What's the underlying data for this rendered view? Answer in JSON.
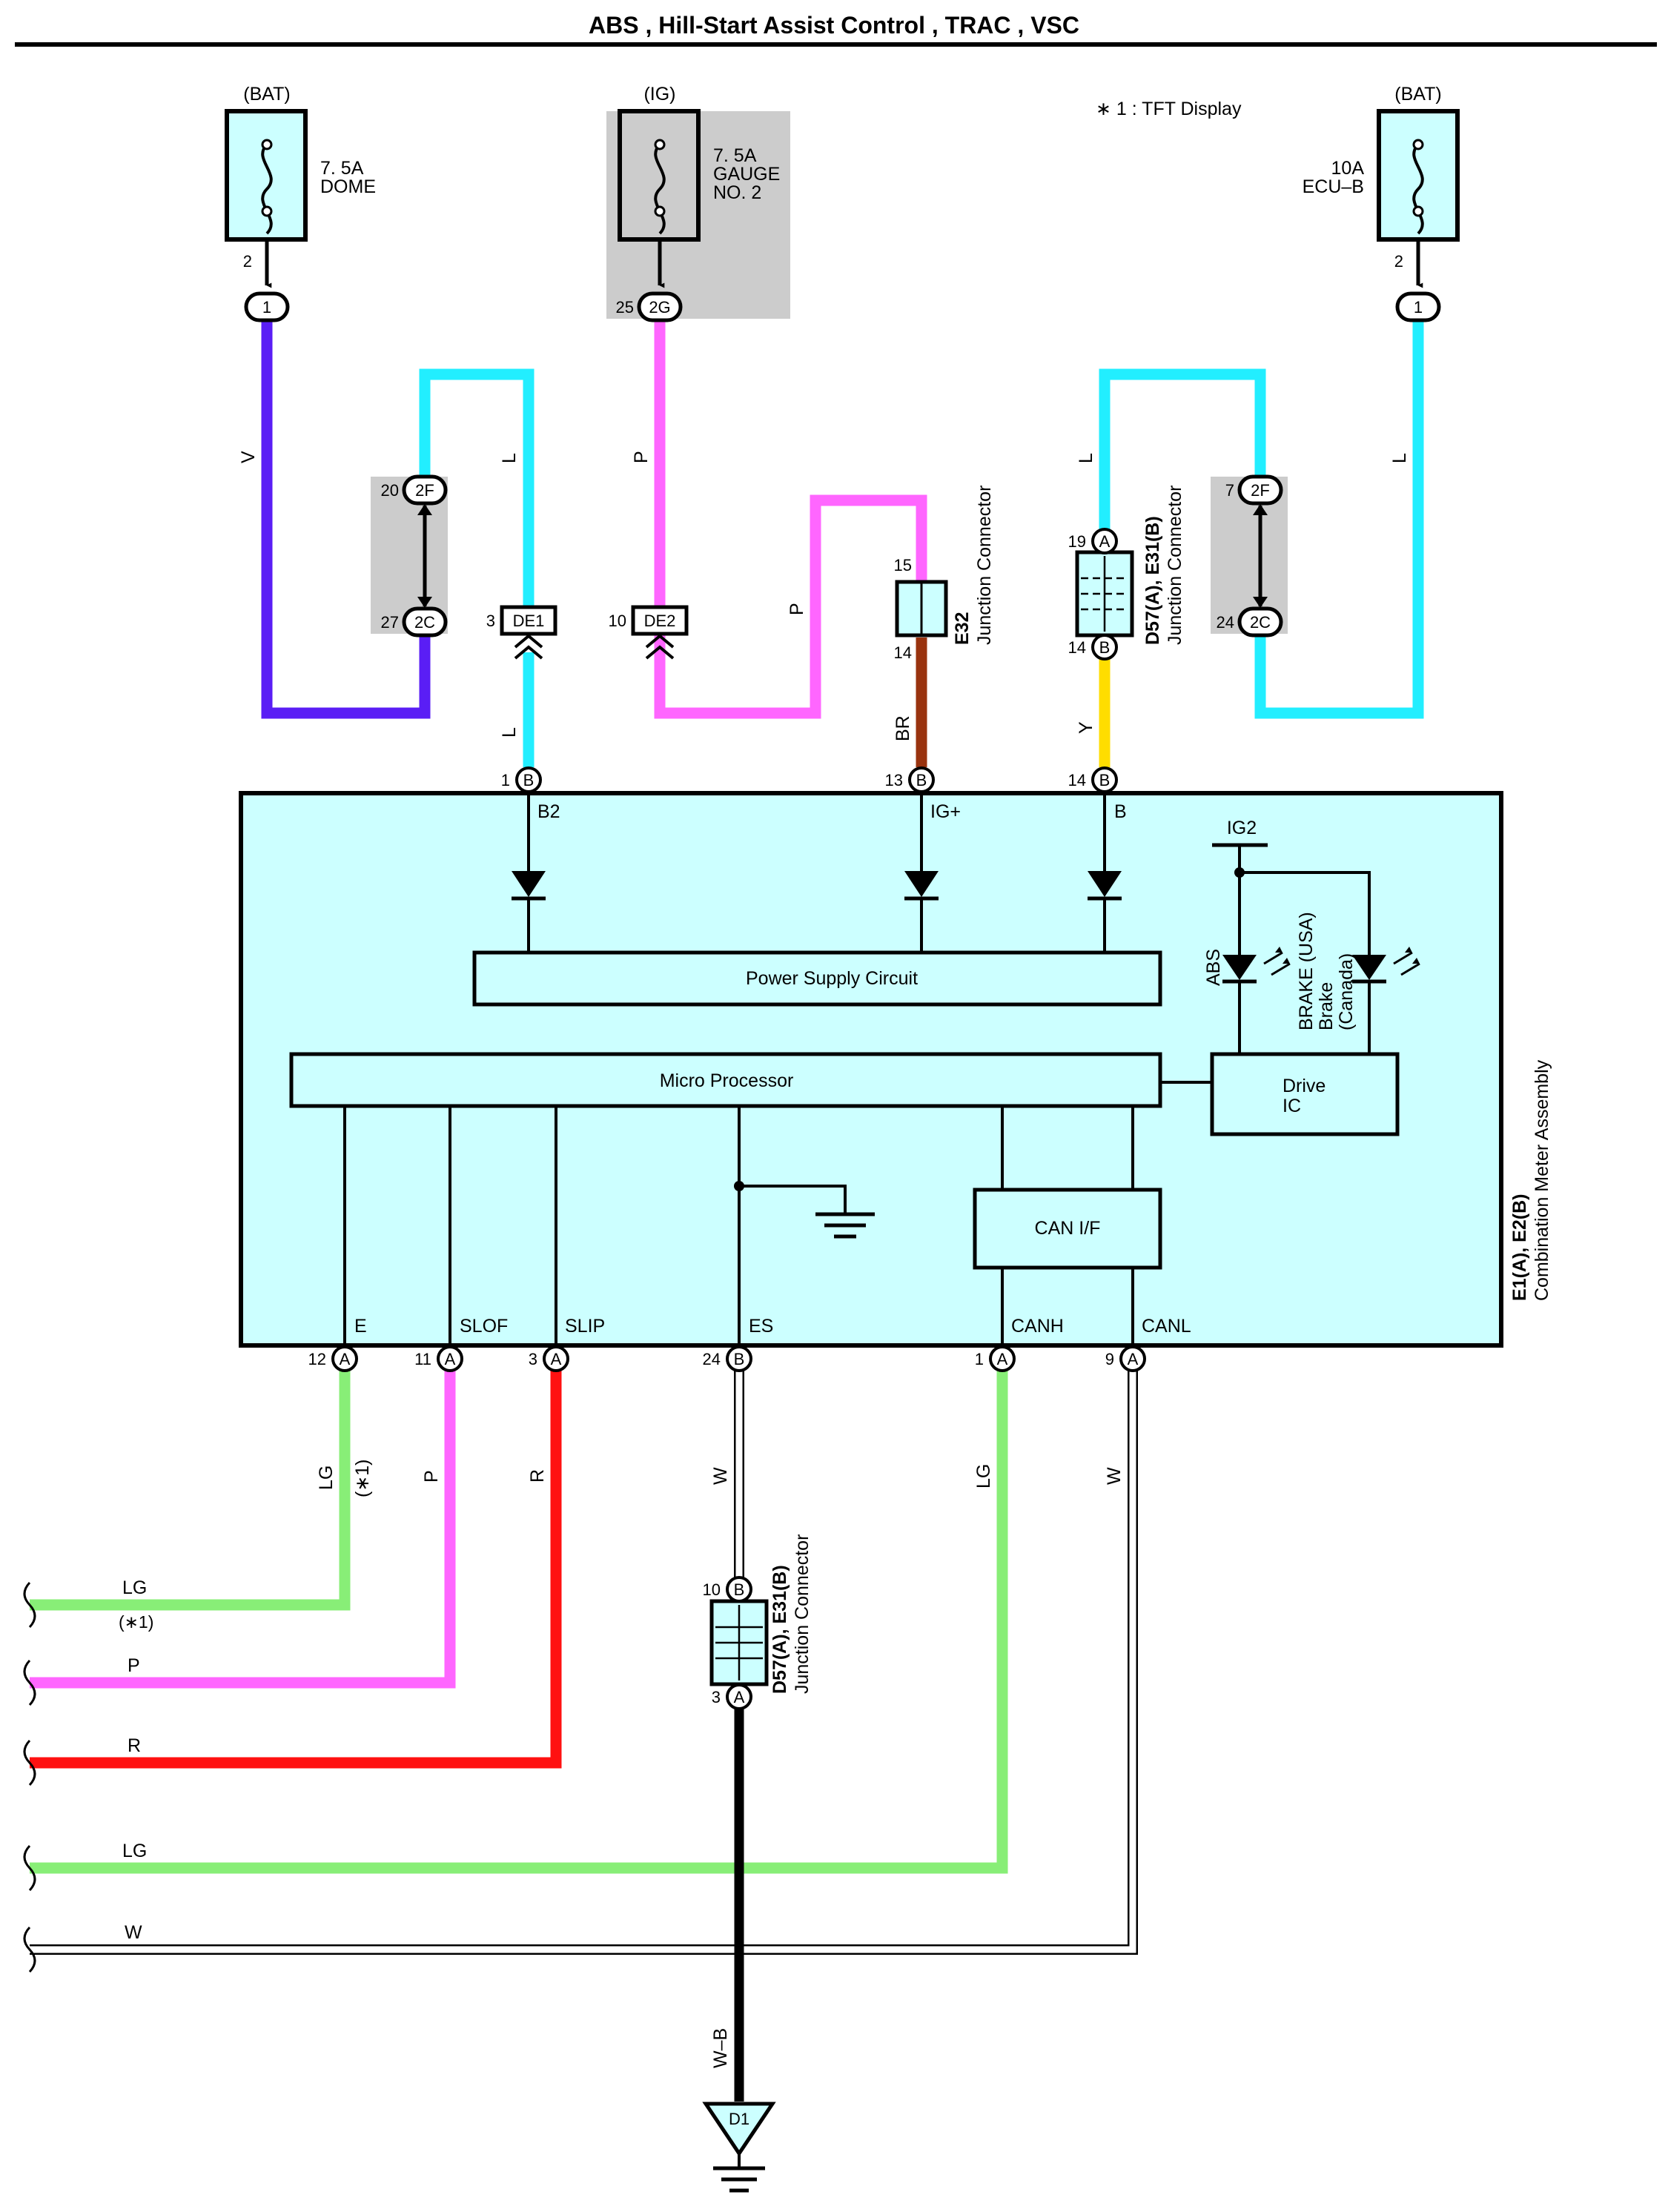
{
  "title": "ABS , Hill-Start Assist Control , TRAC , VSC",
  "note": "∗ 1 : TFT Display",
  "colors": {
    "V": "#5a1ef5",
    "L": "#22eeff",
    "P": "#ff66ff",
    "BR": "#99330f",
    "Y": "#ffdd00",
    "LG": "#88ee77",
    "R": "#ff1111",
    "W": "#ffffff",
    "WB": "#000000",
    "module_fill": "#ccffff",
    "shade": "#cccccc"
  },
  "fuses": {
    "dome": {
      "source": "(BAT)",
      "rating": "7. 5A",
      "name": "DOME",
      "pin": "2",
      "conn": "1"
    },
    "gauge": {
      "source": "(IG)",
      "rating": "7. 5A",
      "name1": "GAUGE",
      "name2": "NO. 2",
      "pin": "25",
      "conn": "2G"
    },
    "ecub": {
      "source": "(BAT)",
      "rating": "10A",
      "name": "ECU–B",
      "pin": "2",
      "conn": "1"
    }
  },
  "junctions": {
    "left_2f": {
      "pin": "20",
      "label": "2F"
    },
    "left_2c": {
      "pin": "27",
      "label": "2C"
    },
    "right_2f": {
      "pin": "7",
      "label": "2F"
    },
    "right_2c": {
      "pin": "24",
      "label": "2C"
    },
    "de1": {
      "pin": "3",
      "label": "DE1"
    },
    "de2": {
      "pin": "10",
      "label": "DE2"
    },
    "e32": {
      "code": "E32",
      "name": "Junction Connector",
      "pin_top": "15",
      "pin_bottom": "14"
    },
    "d57_top": {
      "code": "D57(A), E31(B)",
      "name": "Junction Connector",
      "pin_top": "19",
      "pin_top_letter": "A",
      "pin_bottom": "14",
      "pin_bottom_letter": "B"
    },
    "d57_bottom": {
      "code": "D57(A), E31(B)",
      "name": "Junction Connector",
      "pin_top": "10",
      "pin_top_letter": "B",
      "pin_bottom": "3",
      "pin_bottom_letter": "A"
    }
  },
  "wire_labels": {
    "v": "V",
    "l": "L",
    "p": "P",
    "br": "BR",
    "y": "Y",
    "lg": "LG",
    "r": "R",
    "w": "W",
    "wb": "W–B",
    "star1": "(∗1)"
  },
  "meter": {
    "code": "E1(A), E2(B)",
    "name": "Combination Meter Assembly",
    "power_supply": "Power Supply Circuit",
    "micro": "Micro Processor",
    "drive1": "Drive",
    "drive2": "IC",
    "can": "CAN I/F",
    "ig2": "IG2",
    "abs": "ABS",
    "brake1": "BRAKE (USA)",
    "brake2": "Brake",
    "brake3": "(Canada)",
    "top_terminals": [
      {
        "pin": "1",
        "letter": "B",
        "name": "B2"
      },
      {
        "pin": "13",
        "letter": "B",
        "name": "IG+"
      },
      {
        "pin": "14",
        "letter": "B",
        "name": "B"
      }
    ],
    "bottom_terminals": [
      {
        "pin": "12",
        "letter": "A",
        "name": "E"
      },
      {
        "pin": "11",
        "letter": "A",
        "name": "SLOF"
      },
      {
        "pin": "3",
        "letter": "A",
        "name": "SLIP"
      },
      {
        "pin": "24",
        "letter": "B",
        "name": "ES"
      },
      {
        "pin": "1",
        "letter": "A",
        "name": "CANH"
      },
      {
        "pin": "9",
        "letter": "A",
        "name": "CANL"
      }
    ]
  },
  "ground": {
    "label": "D1"
  }
}
